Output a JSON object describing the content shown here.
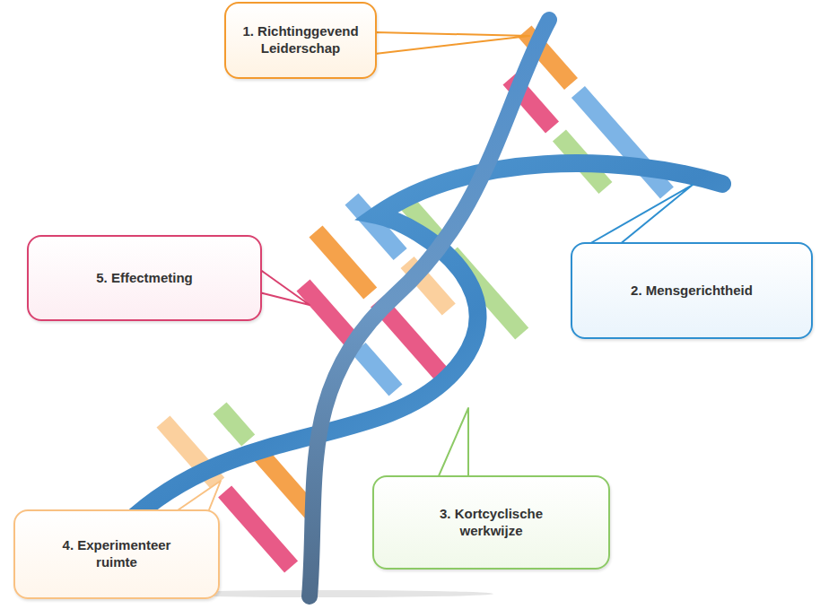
{
  "diagram": {
    "nodes": [
      {
        "text": [
          "1. Richtinggevend Leiderschap"
        ]
      },
      {
        "text": [
          "2. Mensgerichtheid"
        ]
      },
      {
        "text": [
          "3. Kortcyclische werkwijze"
        ]
      },
      {
        "text": [
          "4. Experimenteer ruimte"
        ]
      },
      {
        "text": [
          "5. Effectmeting"
        ]
      }
    ]
  }
}
